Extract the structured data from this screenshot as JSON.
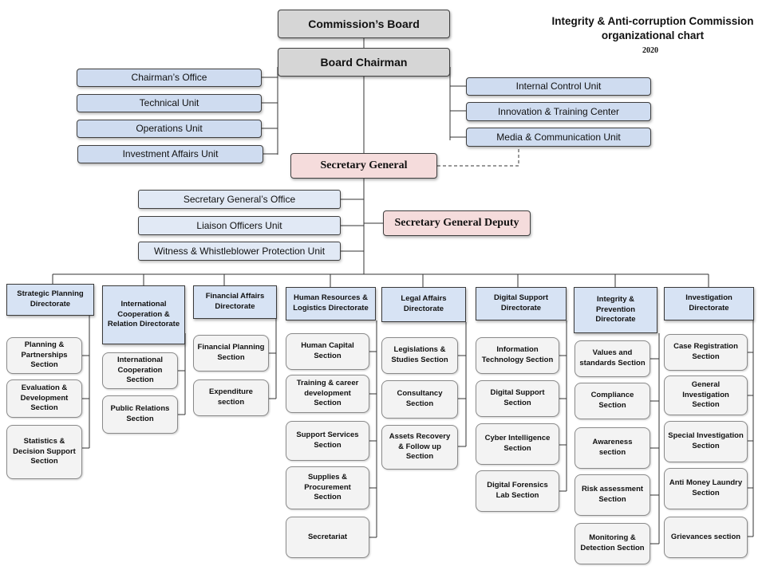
{
  "header": {
    "title_line1": "Integrity & Anti-corruption Commission",
    "title_line2": "organizational chart",
    "year": "2020"
  },
  "top": {
    "board": "Commission’s Board",
    "chairman": "Board Chairman",
    "secretary_general": "Secretary General",
    "sg_deputy": "Secretary General Deputy"
  },
  "chairman_left_units": [
    "Chairman’s Office",
    "Technical Unit",
    "Operations Unit",
    "Investment Affairs Unit"
  ],
  "chairman_right_units": [
    "Internal Control Unit",
    "Innovation & Training Center",
    "Media & Communication Unit"
  ],
  "sg_units": [
    "Secretary General’s Office",
    "Liaison Officers Unit",
    "Witness & Whistleblower Protection Unit"
  ],
  "directorates": [
    {
      "name": "Strategic Planning Directorate",
      "sections": [
        "Planning & Partnerships Section",
        "Evaluation & Development Section",
        "Statistics & Decision Support Section"
      ]
    },
    {
      "name": "International Cooperation & Relation Directorate",
      "sections": [
        "International Cooperation Section",
        "Public Relations Section"
      ]
    },
    {
      "name": "Financial Affairs Directorate",
      "sections": [
        "Financial Planning Section",
        "Expenditure section"
      ]
    },
    {
      "name": "Human Resources & Logistics Directorate",
      "sections": [
        "Human Capital Section",
        "Training & career development Section",
        "Support Services Section",
        "Supplies & Procurement Section",
        "Secretariat"
      ]
    },
    {
      "name": "Legal Affairs Directorate",
      "sections": [
        "Legislations & Studies Section",
        "Consultancy Section",
        "Assets Recovery & Follow up Section"
      ]
    },
    {
      "name": "Digital Support Directorate",
      "sections": [
        "Information Technology Section",
        "Digital Support Section",
        "Cyber Intelligence Section",
        "Digital Forensics Lab Section"
      ]
    },
    {
      "name": "Integrity & Prevention Directorate",
      "sections": [
        "Values and standards Section",
        "Compliance Section",
        "Awareness section",
        "Risk assessment Section",
        "Monitoring & Detection Section"
      ]
    },
    {
      "name": "Investigation Directorate",
      "sections": [
        "Case Registration Section",
        "General Investigation Section",
        "Special Investigation Section",
        "Anti Money Laundry Section",
        "Grievances section"
      ]
    }
  ]
}
